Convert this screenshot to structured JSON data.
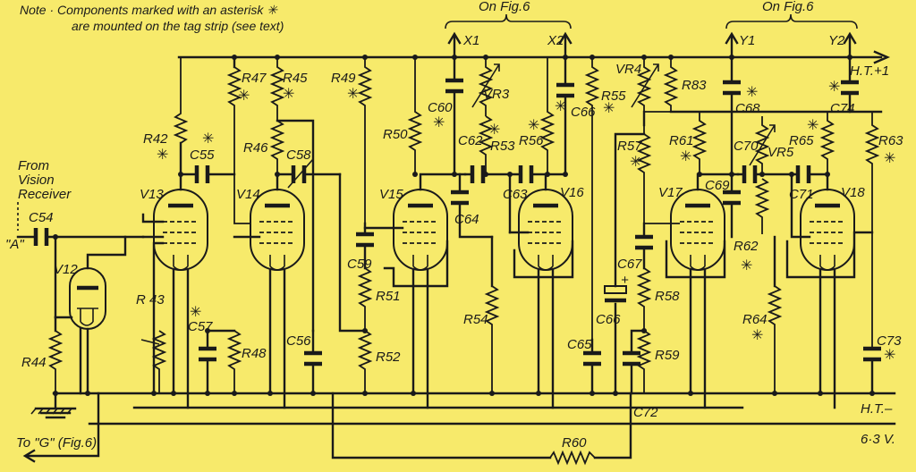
{
  "note": {
    "line1": "Note · Components marked with an asterisk ✳",
    "line2": "are mounted on the tag strip (see text)"
  },
  "signals": {
    "on_fig6_left": "On Fig.6",
    "on_fig6_right": "On Fig.6",
    "x1": "X1",
    "x2": "X2",
    "y1": "Y1",
    "y2": "Y2",
    "ht_plus": "H.T.+1",
    "ht_minus": "H.T.–",
    "heater": "6·3 V.",
    "from_vision": [
      "From",
      "Vision",
      "Receiver"
    ],
    "input_a": "\"A\"",
    "to_g": "To \"G\" (Fig.6)"
  },
  "valves": [
    "V12",
    "V13",
    "V14",
    "V15",
    "V16",
    "V17",
    "V18"
  ],
  "resistors": [
    "R42",
    "R43",
    "R44",
    "R45",
    "R46",
    "R47",
    "R48",
    "R49",
    "R50",
    "R51",
    "R52",
    "R53",
    "R54",
    "R55",
    "R56",
    "R57",
    "R58",
    "R59",
    "R60",
    "R61",
    "R62",
    "R63",
    "R64",
    "R65",
    "R83"
  ],
  "capacitors": [
    "C54",
    "C55",
    "C56",
    "C57",
    "C58",
    "C59",
    "C60",
    "C62",
    "C63",
    "C64",
    "C65",
    "C66",
    "C66",
    "C67",
    "C68",
    "C69",
    "C70",
    "C71",
    "C72",
    "C73",
    "C74"
  ],
  "pots": [
    "VR3",
    "VR4",
    "VR5"
  ],
  "labels": {
    "C54": "C54",
    "V12": "V12",
    "R44": "R44",
    "R43": "R\n43",
    "R42": "R42",
    "C55": "C55",
    "V13": "V13",
    "C57": "C57",
    "R47": "R47",
    "R48": "R48",
    "R45": "R45",
    "R46": "R46",
    "C58": "C58",
    "V14": "V14",
    "C56": "C56",
    "R49": "R49",
    "C59": "C59",
    "R51": "R51",
    "R52": "R52",
    "V15": "V15",
    "R50": "R50",
    "C60": "C60",
    "VR3": "VR3",
    "R53": "R53",
    "C62": "C62",
    "C64": "C64",
    "C63": "C63",
    "R56": "R56",
    "V16": "V16",
    "R54": "R54",
    "C66a": "C66",
    "R55": "R55",
    "C65": "C65",
    "C66b": "C66",
    "VR4": "VR4",
    "R83": "R83",
    "R57": "R57",
    "C67": "C67",
    "R58": "R58",
    "R59": "R59",
    "C72": "C72",
    "R60": "R60",
    "R61": "R61",
    "V17": "V17",
    "C68": "C68",
    "C70": "C70",
    "C69": "C69",
    "VR5": "VR5",
    "R62": "R62",
    "R64": "R64",
    "C71": "C71",
    "R65": "R65",
    "V18": "V18",
    "C74": "C74",
    "R63": "R63",
    "C73": "C73"
  }
}
